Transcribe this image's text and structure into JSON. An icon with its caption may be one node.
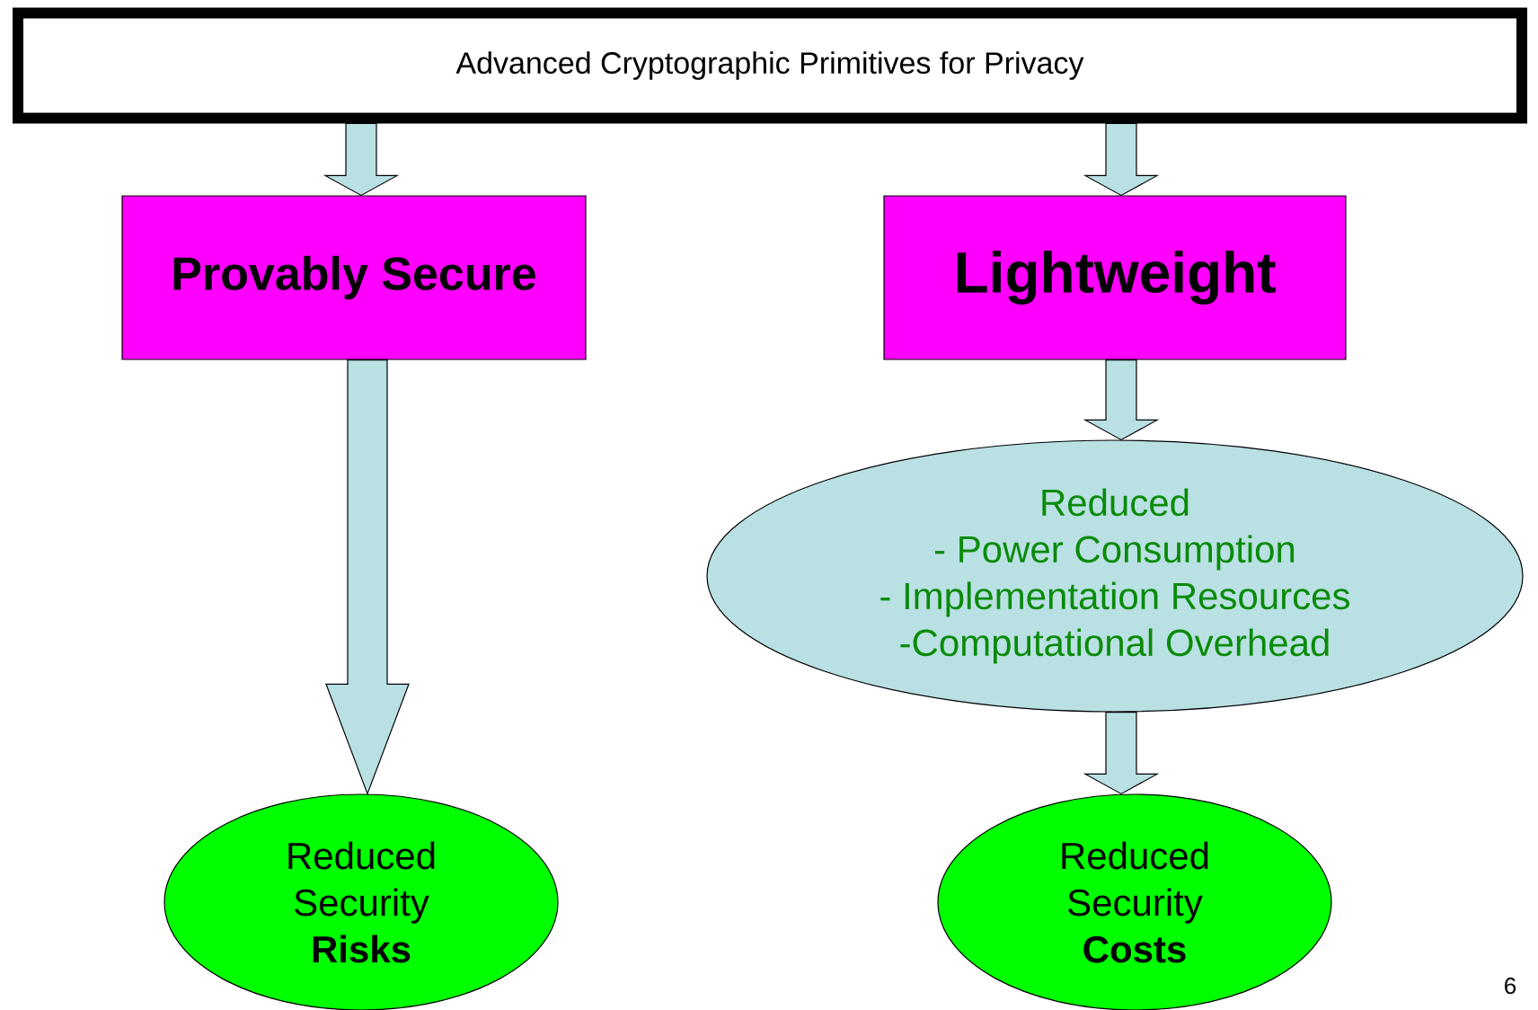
{
  "diagram": {
    "nodes": [
      {
        "text": [
          "Advanced Cryptographic Primitives for Privacy"
        ]
      },
      {
        "text": [
          "Provably Secure"
        ]
      },
      {
        "text": [
          "Lightweight"
        ]
      },
      {
        "text": [
          "Reduced",
          "- Power Consumption",
          "- Implementation Resources",
          "-Computational Overhead"
        ]
      },
      {
        "text": [
          "Reduced Security **Risks**"
        ]
      },
      {
        "text": [
          "Reduced Security **Costs**"
        ]
      }
    ],
    "edges": [
      {
        "from": 0,
        "to": 1,
        "arrow": "to"
      },
      {
        "from": 0,
        "to": 2,
        "arrow": "to"
      },
      {
        "from": 1,
        "to": 4,
        "arrow": "to"
      },
      {
        "from": 2,
        "to": 3,
        "arrow": "to"
      },
      {
        "from": 3,
        "to": 5,
        "arrow": "to"
      }
    ],
    "labels": [
      "6"
    ]
  }
}
